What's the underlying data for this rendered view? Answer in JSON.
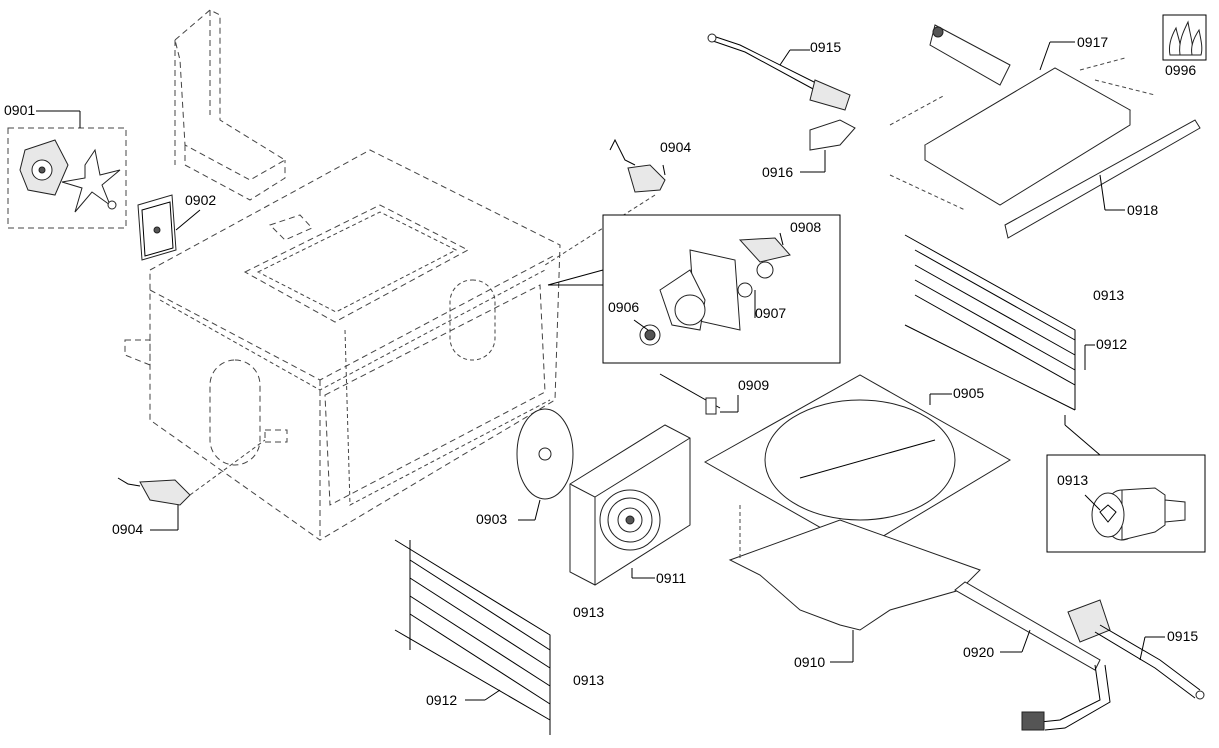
{
  "labels": {
    "p0901": "0901",
    "p0902": "0902",
    "p0903": "0903",
    "p0904a": "0904",
    "p0904b": "0904",
    "p0905": "0905",
    "p0906": "0906",
    "p0907": "0907",
    "p0908": "0908",
    "p0909": "0909",
    "p0910": "0910",
    "p0911": "0911",
    "p0912a": "0912",
    "p0912b": "0912",
    "p0913a": "0913",
    "p0913b": "0913",
    "p0913c": "0913",
    "p0913d": "0913",
    "p0915a": "0915",
    "p0915b": "0915",
    "p0916": "0916",
    "p0917": "0917",
    "p0918": "0918",
    "p0920": "0920",
    "p0996": "0996"
  }
}
